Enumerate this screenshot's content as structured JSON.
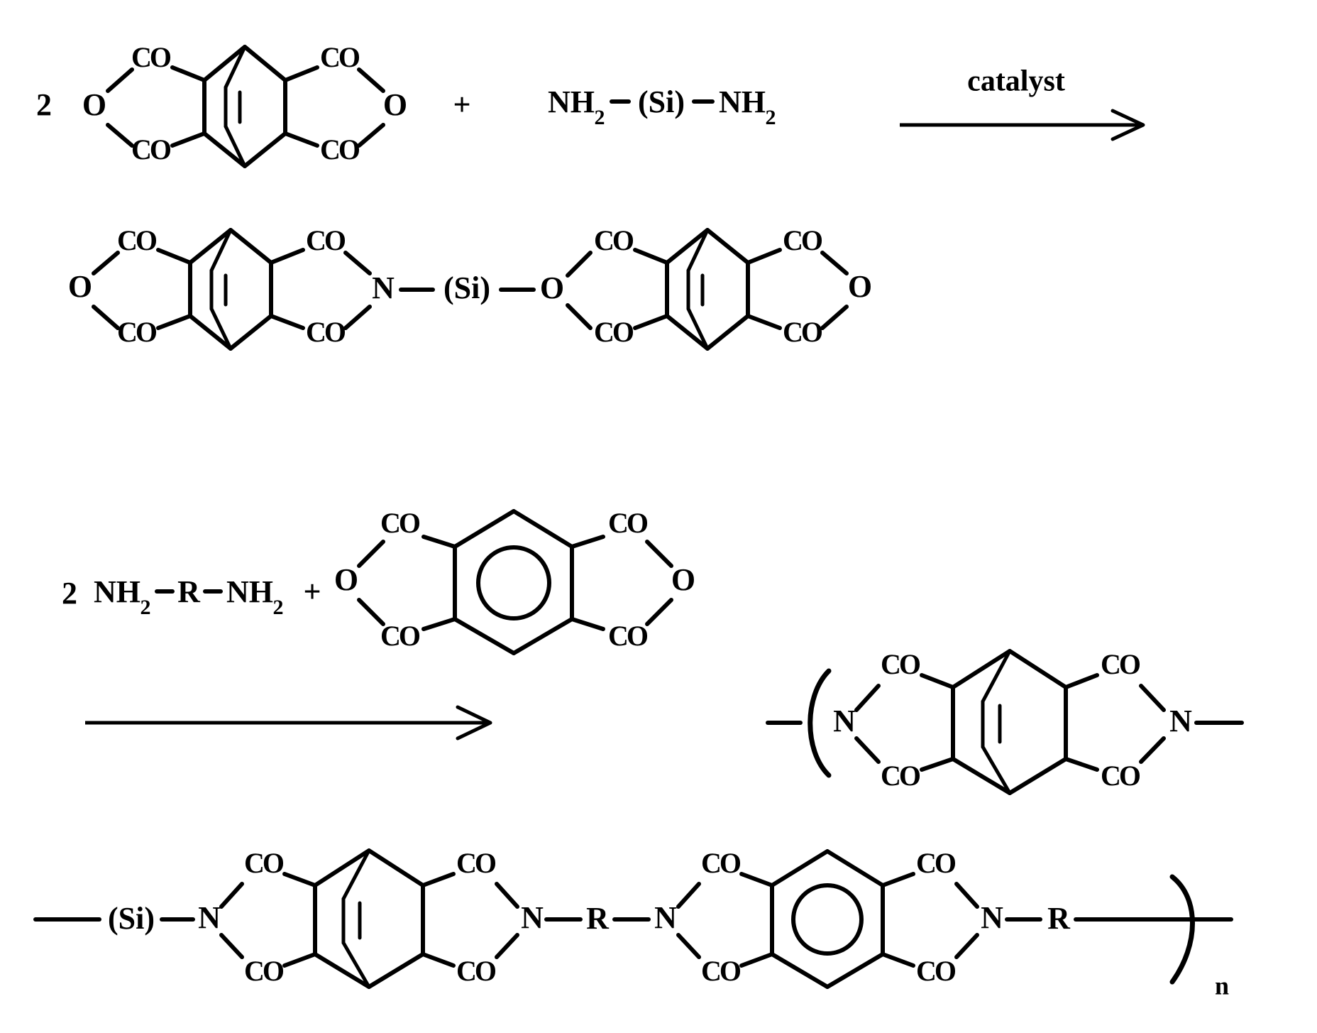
{
  "document": {
    "type": "chemical-reaction-scheme",
    "description": "Two-step polyimide synthesis scheme: bicyclic dianhydride plus diaminosilicone giving a silicone-bridged bis-anhydride, then reaction with diamine and pyromellitic dianhydride to give a poly(imide-siloxane)."
  },
  "labels": {
    "stoich_two": "2",
    "plus": "+",
    "catalyst": "catalyst",
    "CO": "CO",
    "O": "O",
    "N": "N",
    "R": "R",
    "Si": "(Si)",
    "NH": "NH",
    "two_sub": "2",
    "n_sub": "n"
  },
  "reactions": [
    {
      "id": "step-1",
      "row": 1,
      "reactants": [
        {
          "coefficient": "2",
          "name": "bicyclo[2.2.2]oct-2-ene-tetracarboxylic dianhydride",
          "groups": [
            "CO",
            "O",
            "CO",
            "CO",
            "O",
            "CO"
          ]
        },
        {
          "name": "aminopropyl-terminated polysiloxane",
          "formula_parts": [
            "NH",
            "2",
            "−",
            "(Si)",
            "−",
            "NH",
            "2"
          ],
          "formula_text": "NH2−(Si)−NH2"
        }
      ],
      "operator": "+",
      "arrow": {
        "label": "catalyst",
        "direction": "right"
      }
    },
    {
      "id": "step-1-product",
      "row": 2,
      "product": {
        "name": "silicone-bridged imide-anhydride adduct",
        "linkage_text": "N—(Si)—O",
        "linkage_parts": [
          "N",
          "(Si)",
          "O"
        ],
        "left_unit_groups": [
          "CO",
          "O",
          "CO",
          "CO",
          "CO"
        ],
        "right_unit_groups": [
          "CO",
          "CO",
          "CO",
          "O",
          "CO"
        ]
      }
    },
    {
      "id": "step-2",
      "row": 3,
      "reactants": [
        {
          "coefficient": "2",
          "name": "diamine",
          "formula_parts": [
            "NH",
            "2",
            "–",
            "R",
            "–",
            "NH",
            "2"
          ],
          "formula_text": "2 NH2–R–NH2"
        },
        {
          "name": "pyromellitic dianhydride",
          "groups": [
            "CO",
            "O",
            "CO",
            "CO",
            "O",
            "CO"
          ],
          "core": "benzene-ring-with-circle"
        }
      ],
      "operator": "+",
      "arrow": {
        "label": "",
        "direction": "right"
      }
    },
    {
      "id": "step-2-product",
      "row": 4,
      "product": {
        "name": "polyimide repeat unit (bicyclic imide segment)",
        "open_bracket": true,
        "terminal_atoms": [
          "N",
          "N"
        ],
        "groups": [
          "CO",
          "CO",
          "CO",
          "CO"
        ]
      }
    },
    {
      "id": "polymer",
      "row": 5,
      "product": {
        "name": "poly(imide-siloxane)",
        "chain_text": "—(Si)—N‹bicyclic imide›N—R—N‹pyromellitimide›N—R",
        "segments": [
          "(Si)",
          "N",
          "CO",
          "CO",
          "CO",
          "CO",
          "N",
          "R",
          "N",
          "CO",
          "CO",
          "CO",
          "CO",
          "N",
          "R"
        ],
        "subscript": "n",
        "closing_bracket": true
      }
    }
  ]
}
